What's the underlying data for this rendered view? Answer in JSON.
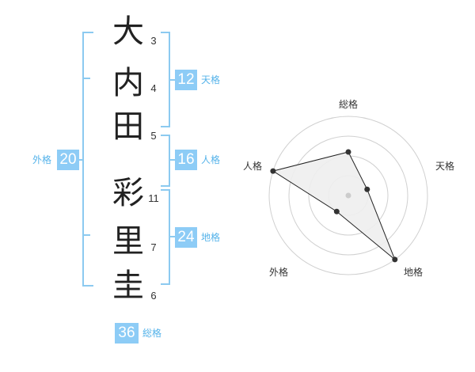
{
  "name_chars": [
    {
      "char": "大",
      "strokes": "3"
    },
    {
      "char": "内",
      "strokes": "4"
    },
    {
      "char": "田",
      "strokes": "5"
    },
    {
      "char": "彩",
      "strokes": "11"
    },
    {
      "char": "里",
      "strokes": "7"
    },
    {
      "char": "圭",
      "strokes": "6"
    }
  ],
  "scores": {
    "tenkaku": {
      "value": "12",
      "label": "天格"
    },
    "jinkaku": {
      "value": "16",
      "label": "人格"
    },
    "chikaku": {
      "value": "24",
      "label": "地格"
    },
    "gaikaku": {
      "value": "20",
      "label": "外格"
    },
    "soukaku": {
      "value": "36",
      "label": "総格"
    }
  },
  "chart_data": {
    "type": "radar",
    "axes": [
      "総格",
      "天格",
      "地格",
      "外格",
      "人格"
    ],
    "rings": 4,
    "values": [
      0.55,
      0.25,
      1.0,
      0.25,
      1.0
    ],
    "colors": {
      "ring": "#d0d0d0",
      "fill": "#eeeeee",
      "line": "#222222",
      "point": "#333333",
      "center": "#cccccc"
    }
  },
  "colors": {
    "bracket": "#8ccaf0",
    "badge": "#8dccf6",
    "badge_label": "#55b3ea"
  }
}
